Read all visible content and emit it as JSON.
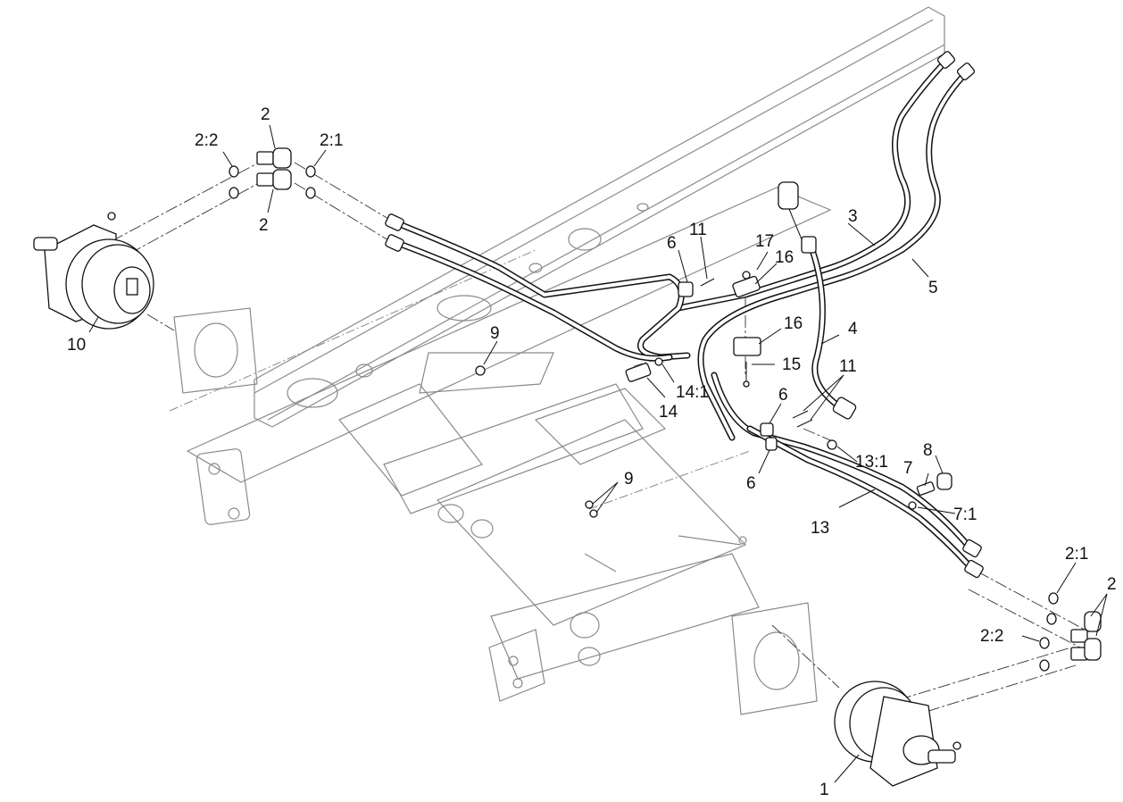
{
  "callouts": {
    "c1": "1",
    "c2_top_a": "2",
    "c2_top_b": "2",
    "c2_right": "2",
    "c2_1_top": "2:1",
    "c2_1_right": "2:1",
    "c2_2_top": "2:2",
    "c2_2_right": "2:2",
    "c3": "3",
    "c4": "4",
    "c5": "5",
    "c6_a": "6",
    "c6_b": "6",
    "c6_c": "6",
    "c7": "7",
    "c7_1": "7:1",
    "c8": "8",
    "c9_a": "9",
    "c9_b": "9",
    "c10": "10",
    "c11_a": "11",
    "c11_b": "11",
    "c13": "13",
    "c13_1": "13:1",
    "c14": "14",
    "c14_1": "14:1",
    "c15": "15",
    "c16_a": "16",
    "c16_b": "16",
    "c17": "17"
  }
}
